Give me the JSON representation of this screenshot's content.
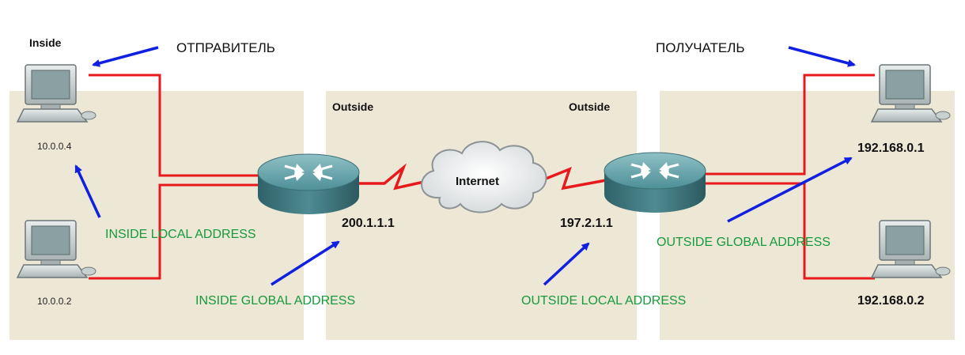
{
  "zones": {
    "inside_label": "Inside",
    "outside_left_label": "Outside",
    "outside_right_label": "Outside"
  },
  "headers": {
    "sender": "ОТПРАВИТЕЛЬ",
    "receiver": "ПОЛУЧАТЕЛЬ"
  },
  "hosts": {
    "left_top_ip": "10.0.0.4",
    "left_bottom_ip": "10.0.0.2",
    "right_top_ip": "192.168.0.1",
    "right_bottom_ip": "192.168.0.2"
  },
  "routers": {
    "left_ip": "200.1.1.1",
    "right_ip": "197.2.1.1"
  },
  "cloud": {
    "label": "Internet"
  },
  "addresses": {
    "inside_local": "INSIDE LOCAL ADDRESS",
    "inside_global": "INSIDE GLOBAL ADDRESS",
    "outside_local": "OUTSIDE LOCAL ADDRESS",
    "outside_global": "OUTSIDE GLOBAL ADDRESS"
  },
  "colors": {
    "link": "#e8191c",
    "arrow": "#1020e0",
    "annotation": "#169a3c",
    "zone": "#ede7d6",
    "router": "#3e7f86"
  }
}
